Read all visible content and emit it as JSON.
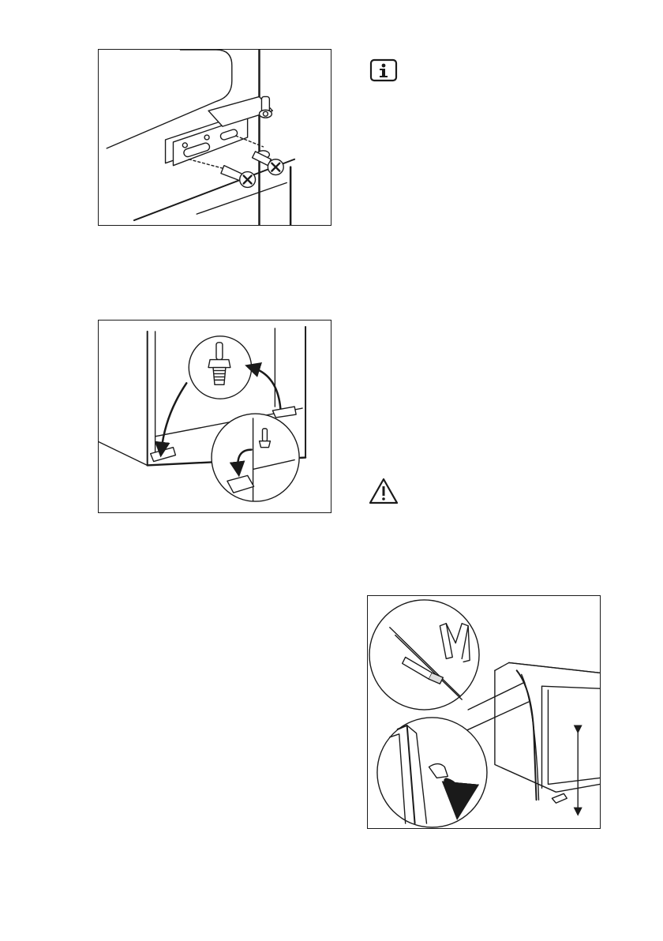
{
  "page": {
    "background": "#ffffff",
    "ink_color": "#1a1a1a"
  },
  "figures": [
    {
      "name": "hinge-bracket-illustration",
      "icons": [
        "screw-icon",
        "hinge-pin-icon"
      ]
    },
    {
      "name": "adjustable-feet-illustration",
      "icons": [
        "curved-arrow-icon",
        "threaded-foot-icon"
      ]
    },
    {
      "name": "door-seal-trim-illustration",
      "icons": [
        "knife-icon",
        "folding-ruler-icon",
        "down-arrow-icon"
      ]
    }
  ],
  "symbols": {
    "info": "information-icon",
    "warning": "warning-triangle-icon"
  }
}
